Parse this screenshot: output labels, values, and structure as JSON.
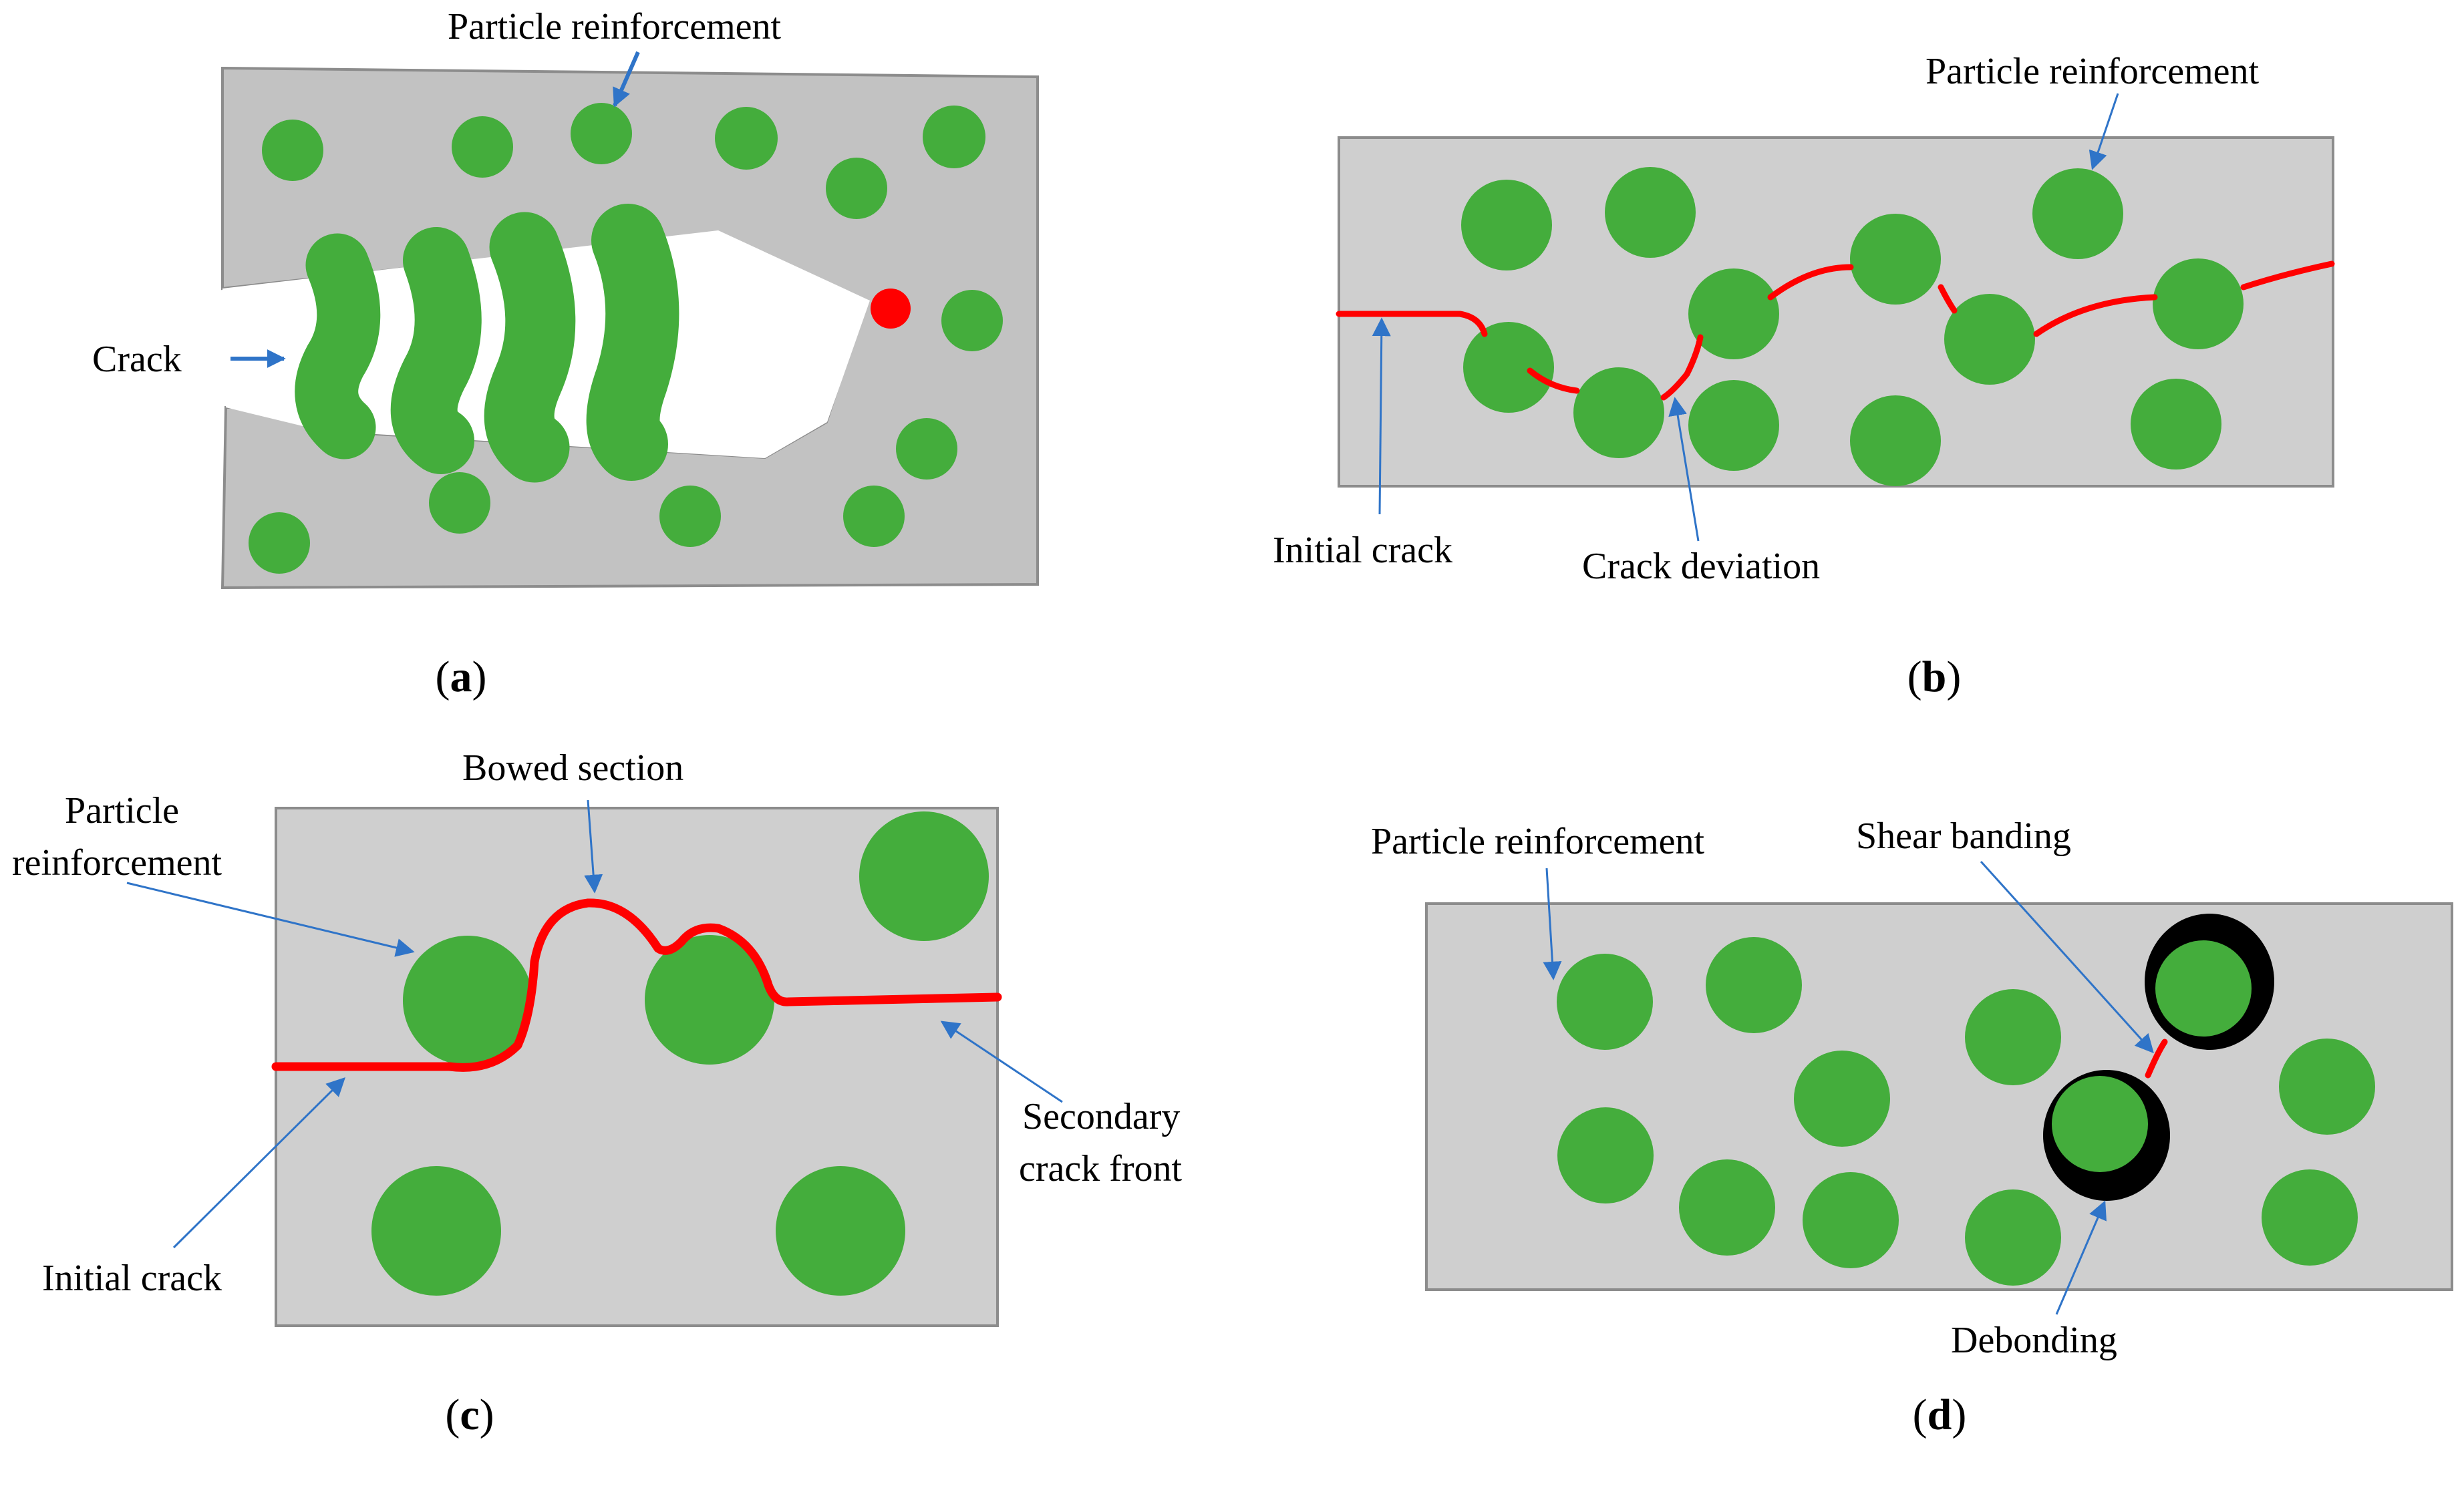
{
  "panels": {
    "a": {
      "caption_open": "(",
      "caption_letter": "a",
      "caption_close": ")",
      "particle_label": "Particle reinforcement",
      "crack_label": "Crack"
    },
    "b": {
      "caption_open": "(",
      "caption_letter": "b",
      "caption_close": ")",
      "particle_label": "Particle reinforcement",
      "initial_crack_label": "Initial crack",
      "deviation_label": "Crack deviation"
    },
    "c": {
      "caption_open": "(",
      "caption_letter": "c",
      "caption_close": ")",
      "particle_label_line1": "Particle",
      "particle_label_line2": "reinforcement",
      "bowed_label": "Bowed section",
      "initial_crack_label": "Initial crack",
      "secondary_label_line1": "Secondary",
      "secondary_label_line2": "crack front"
    },
    "d": {
      "caption_open": "(",
      "caption_letter": "d",
      "caption_close": ")",
      "particle_label": "Particle reinforcement",
      "shear_label": "Shear banding",
      "debonding_label": "Debonding"
    }
  },
  "colors": {
    "particle": "#44ad3c",
    "crack": "#ff0000",
    "matrix": "#cfcfcf",
    "arrow": "#2f74c8",
    "debond": "#000000"
  }
}
